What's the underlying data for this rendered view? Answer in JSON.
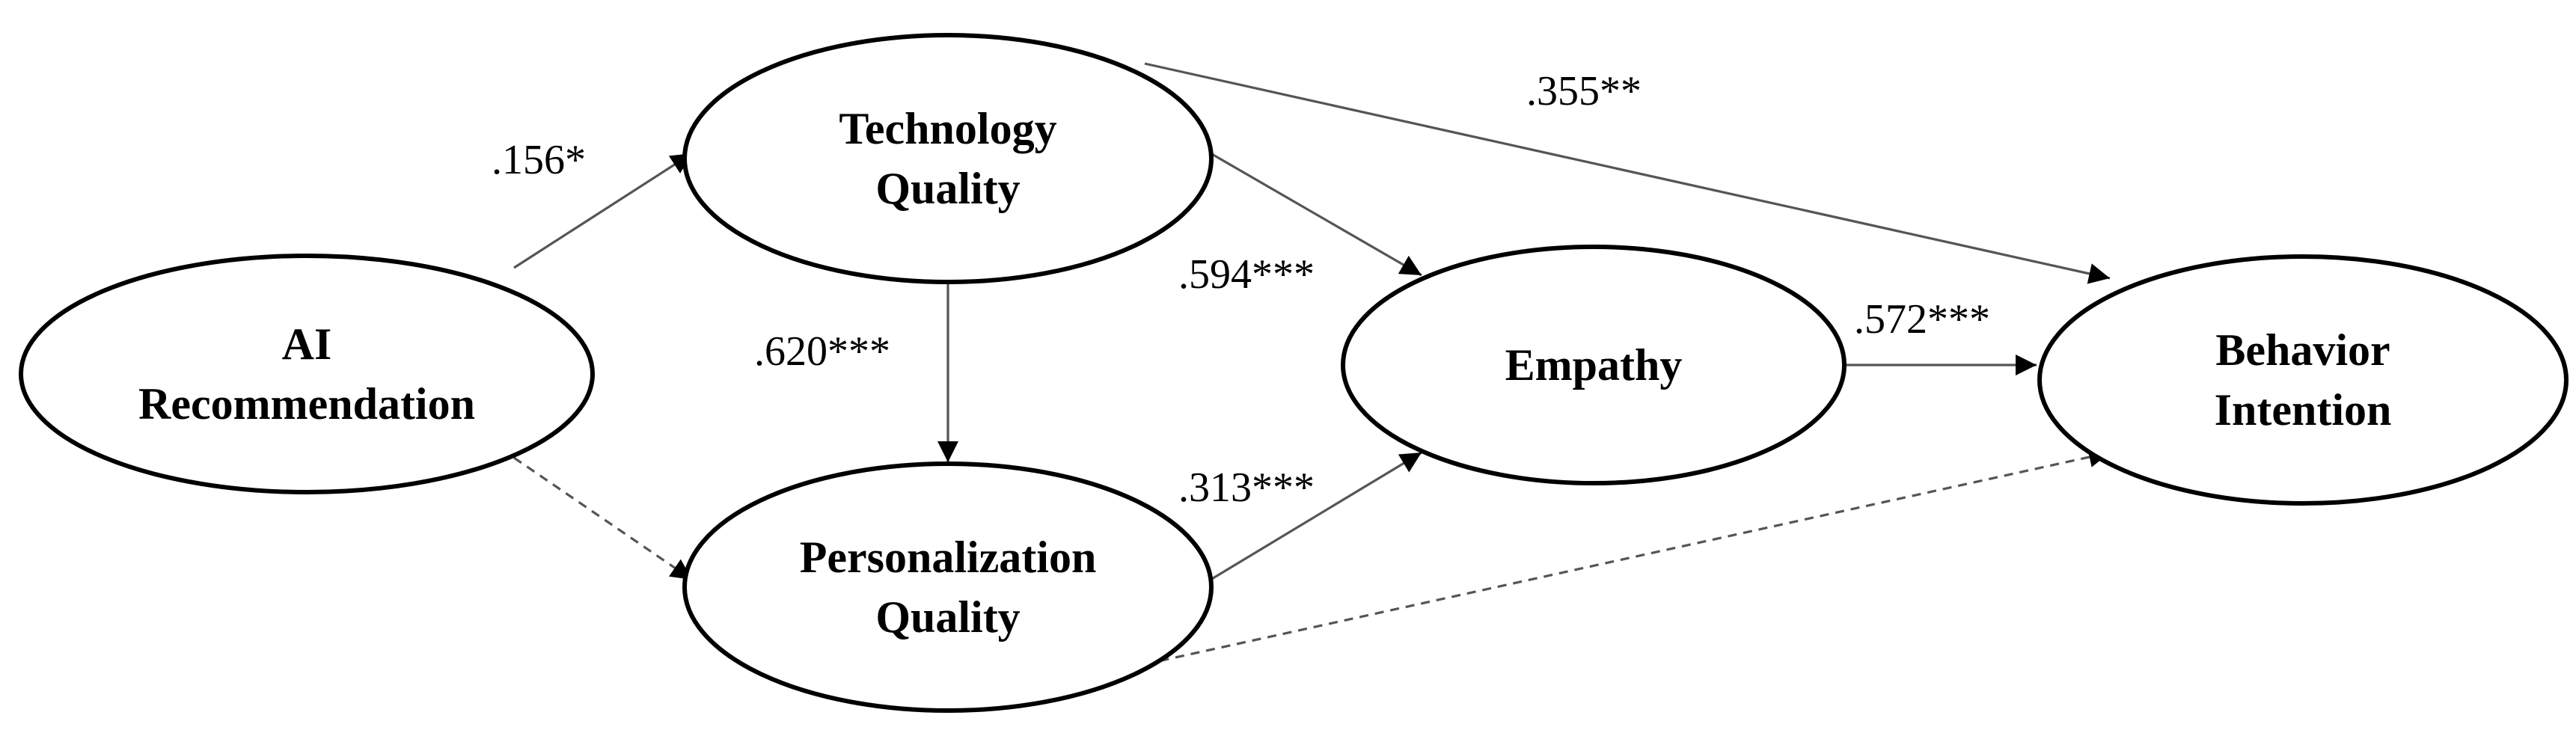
{
  "nodes": [
    {
      "id": "ai",
      "label_lines": [
        "AI",
        "Recommendation"
      ]
    },
    {
      "id": "tq",
      "label_lines": [
        "Technology",
        "Quality"
      ]
    },
    {
      "id": "pq",
      "label_lines": [
        "Personalization",
        "Quality"
      ]
    },
    {
      "id": "emp",
      "label_lines": [
        "Empathy"
      ]
    },
    {
      "id": "bi",
      "label_lines": [
        "Behavior",
        "Intention"
      ]
    }
  ],
  "edges": [
    {
      "from": "ai",
      "to": "tq",
      "label": ".156*",
      "style": "solid"
    },
    {
      "from": "ai",
      "to": "pq",
      "label": "",
      "style": "dashed"
    },
    {
      "from": "tq",
      "to": "pq",
      "label": ".620***",
      "style": "solid"
    },
    {
      "from": "tq",
      "to": "emp",
      "label": ".594***",
      "style": "solid"
    },
    {
      "from": "tq",
      "to": "bi",
      "label": ".355**",
      "style": "solid"
    },
    {
      "from": "pq",
      "to": "emp",
      "label": ".313***",
      "style": "solid"
    },
    {
      "from": "pq",
      "to": "bi",
      "label": "",
      "style": "dashed"
    },
    {
      "from": "emp",
      "to": "bi",
      "label": ".572***",
      "style": "solid"
    }
  ],
  "colors": {
    "stroke": "#000000",
    "edge": "#555555",
    "background": "#ffffff"
  }
}
